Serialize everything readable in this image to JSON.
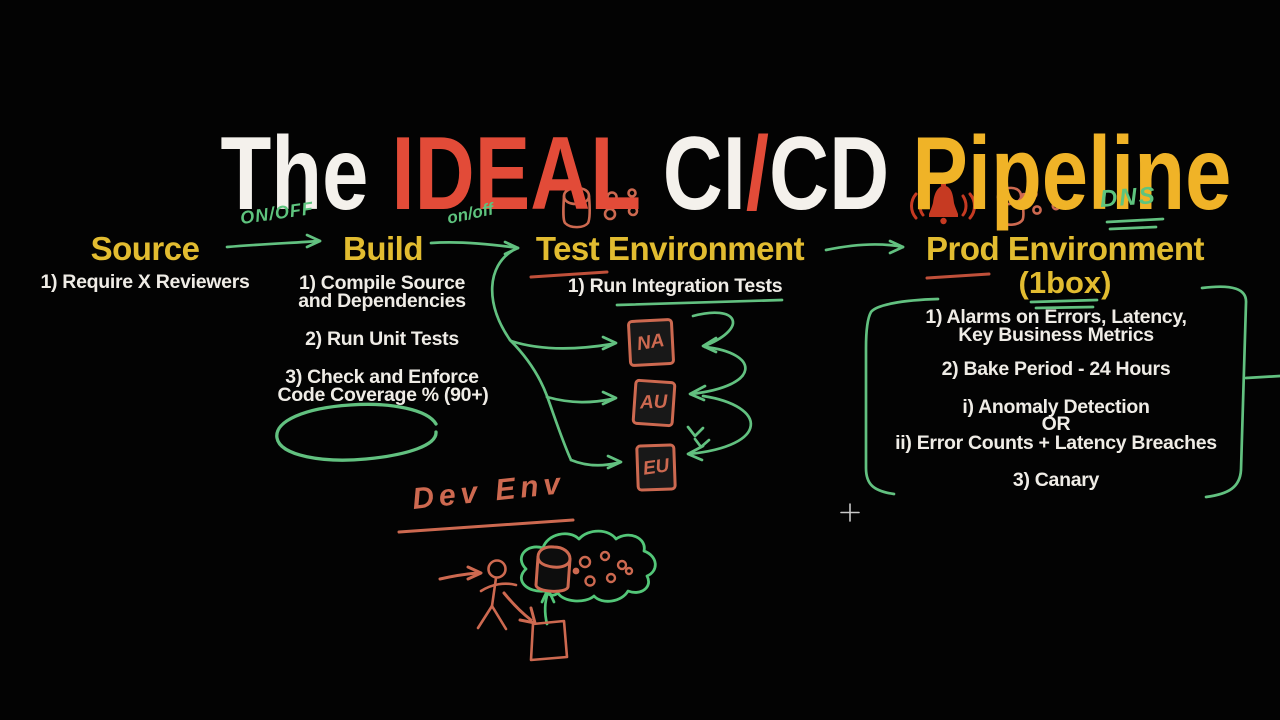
{
  "colors": {
    "background": "#030303",
    "title_white": "#f4f1ec",
    "title_red": "#e24b38",
    "title_yellow": "#f0b327",
    "heading_yellow": "#e2bc30",
    "body_text": "#efece6",
    "marker_green": "#62c180",
    "marker_salmon": "#cd6950",
    "alarm_red": "#c63a22",
    "cursor_gray": "#c9c9c9"
  },
  "title": {
    "word_the": "The ",
    "word_ideal": "IDEAL",
    "word_ci": " CI",
    "slash": "/",
    "word_cd": "CD ",
    "word_pipeline": "Pipeline"
  },
  "stages": {
    "source": {
      "title": "Source",
      "lines": [
        "1) Require X Reviewers"
      ]
    },
    "build": {
      "title": "Build",
      "item1_line1": "1) Compile Source",
      "item1_line2": "and Dependencies",
      "item2": "2) Run Unit Tests",
      "item3_line1": "3) Check and Enforce",
      "item3_line2": "Code Coverage % (90+)"
    },
    "test": {
      "title": "Test Environment",
      "item1": "1) Run Integration Tests",
      "regions": [
        "NA",
        "AU",
        "EU"
      ]
    },
    "prod": {
      "title": "Prod Environment",
      "subtitle": "(1box)",
      "item1_line1": "1) Alarms on Errors, Latency,",
      "item1_line2": "Key Business Metrics",
      "item2": "2) Bake Period - 24 Hours",
      "item3_option1": "i) Anomaly Detection",
      "item3_or": "OR",
      "item3_option2": "ii) Error Counts + Latency Breaches",
      "item4": "3) Canary"
    }
  },
  "annotations": {
    "source_build_toggle": "ON/OFF",
    "build_test_toggle": "on/off",
    "dns_label": "DNS",
    "dev_env_label": "Dev Env"
  },
  "icons": {
    "test_database": "database-cylinder-icon",
    "test_hosts": "host-dots-icon",
    "prod_alarm": "alarm-bell-icon",
    "prod_database": "database-cylinder-icon",
    "prod_hosts": "host-dots-icon",
    "dev_cloud": "cloud-icon",
    "dev_user": "stick-figure-icon",
    "dev_database": "database-cylinder-icon",
    "dev_box": "code-box-icon",
    "cursor": "crosshair-cursor-icon"
  }
}
